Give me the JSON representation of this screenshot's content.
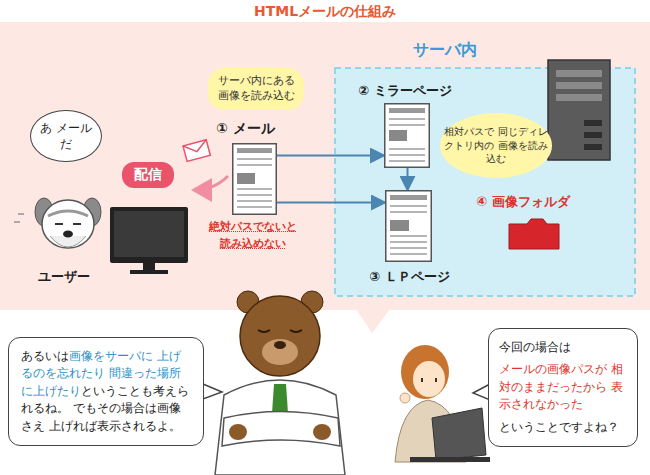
{
  "diagram": {
    "title": "HTMLメールの仕組み",
    "nodes": [
      {
        "text": [
          "サーバ内にある 画像を読み込む"
        ]
      },
      {
        "text": [
          "① メール"
        ]
      },
      {
        "text": [
          "あ メールだ"
        ]
      },
      {
        "text": [
          "配信"
        ]
      },
      {
        "text": [
          "サーバ内"
        ]
      },
      {
        "text": [
          "② ミラーページ"
        ],
        "in": 4
      },
      {
        "text": [
          "相対パスで 同じディレクトリ内の 画像を読み込む"
        ],
        "in": 4
      },
      {
        "text": [
          "③ ＬＰページ"
        ],
        "in": 4
      },
      {
        "text": [
          "④ 画像フォルダ"
        ],
        "in": 4
      },
      {
        "text": [
          "あるいは",
          "画像をサーバに 上げるのを忘れたり 間違った場所に上げたり",
          "ということも考えられるね。 でもその場合は画像さえ 上げれば表示されるよ。"
        ]
      },
      {
        "text": [
          "今回の場合は",
          "メールの画像パスが 相対のままだったから 表示されなかった",
          "ということですよね？"
        ]
      }
    ],
    "edges": [
      {
        "from": 1,
        "to": 5,
        "arrow": "to"
      },
      {
        "from": 1,
        "to": 7,
        "arrow": "to"
      },
      {
        "from": 5,
        "to": 7,
        "arrow": "to"
      }
    ],
    "labels": [
      "ユーザー",
      "絶対パスでないと 読み込めない"
    ]
  }
}
